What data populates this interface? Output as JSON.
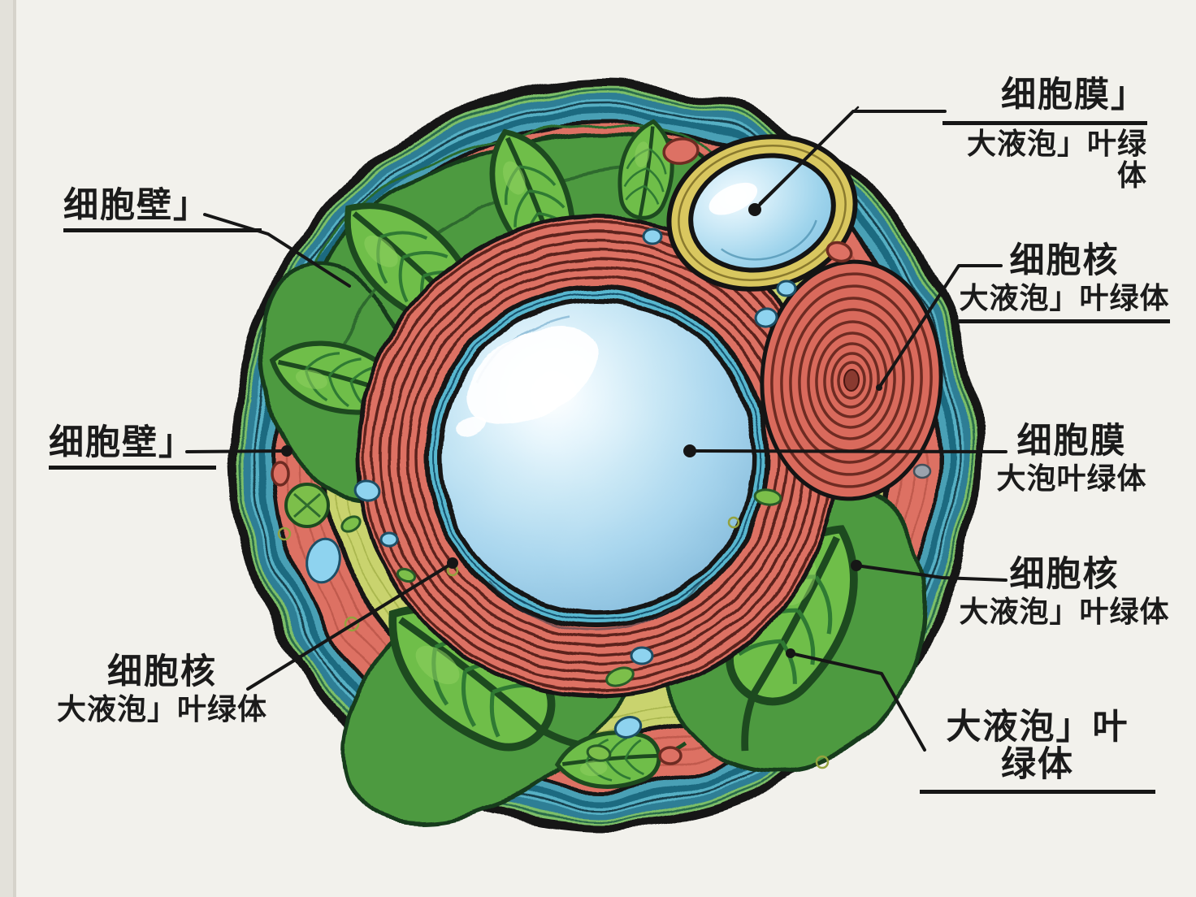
{
  "diagram": {
    "subject": "plant-cell-cross-section-illustration",
    "labels": {
      "wall_top_left": {
        "text": "细胞壁」"
      },
      "wall_mid_left": {
        "text": "细胞壁」"
      },
      "nucleus_bottom_left": {
        "line1": "细胞核",
        "line2": "大液泡」叶绿体"
      },
      "membrane_top_right": {
        "line1": "细胞膜」",
        "line2": "大液泡」叶绿体"
      },
      "nucleus_right": {
        "line1": "细胞核",
        "line2": "大液泡」叶绿体"
      },
      "membrane_right": {
        "line1": "细胞膜",
        "line2": "大泡叶绿体"
      },
      "nucleus_lower_right": {
        "line1": "细胞核",
        "line2": "大液泡」叶绿体"
      },
      "vacuole_bottom_right": {
        "text": "大液泡」叶绿体"
      }
    },
    "colors": {
      "background": "#f2f1ec",
      "outline": "#141414",
      "membrane_teal": "#2f7e95",
      "membrane_teal_light": "#56b0c4",
      "membrane_green": "#7cbf68",
      "endoplasm_salmon": "#dd7164",
      "cytoplasm_yellow_green": "#c9d36e",
      "ring_line_dark_red": "#5c241d",
      "inner_ring_teal": "#58b7cf",
      "vacuole_light_blue": "#a9d6ee",
      "leaf_green": "#6fbe49",
      "leaf_bed_green": "#4e9a3f",
      "yellow_ring": "#d9c75f",
      "nucleus_spiral_salmon": "#d96a5c",
      "organelle_blue": "#8ed3ef",
      "label_text": "#1b1b1b"
    }
  }
}
